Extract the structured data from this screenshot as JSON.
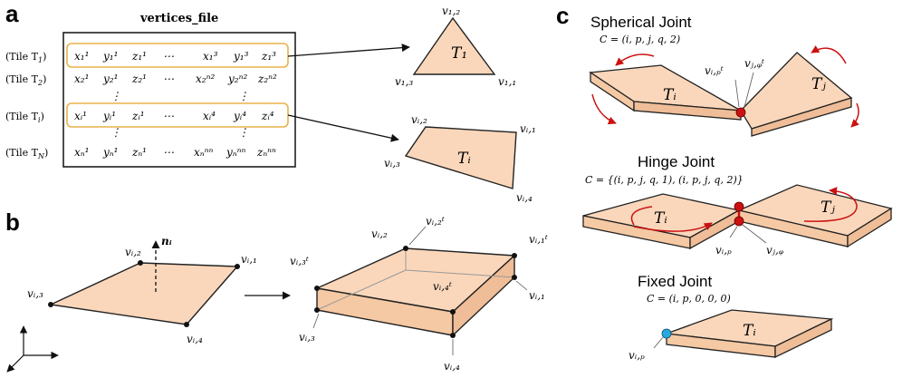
{
  "colors": {
    "tile_fill": "#fad7bb",
    "tile_stroke": "#222222",
    "highlight": "#e8b24a",
    "joint_red": "#cc1111",
    "joint_blue": "#29a8e0"
  },
  "panel_a": {
    "label": "a",
    "table_title": "vertices_file",
    "rows": [
      {
        "tile": "(Tile T",
        "sub": "1",
        "close": ")",
        "cells": [
          "x₁¹",
          "y₁¹",
          "z₁¹",
          "⋯",
          "x₁³",
          "y₁³",
          "z₁³"
        ]
      },
      {
        "tile": "(Tile T",
        "sub": "2",
        "close": ")",
        "cells": [
          "x₂¹",
          "y₂¹",
          "z₂¹",
          "⋯",
          "x₂ⁿ²",
          "y₂ⁿ²",
          "z₂ⁿ²"
        ]
      },
      {
        "tile": "(Tile T",
        "sub": "i",
        "close": ")",
        "cells": [
          "xᵢ¹",
          "yᵢ¹",
          "zᵢ¹",
          "⋯",
          "xᵢ⁴",
          "yᵢ⁴",
          "zᵢ⁴"
        ]
      },
      {
        "tile": "(Tile T",
        "sub": "N",
        "close": ")",
        "cells": [
          "xₙ¹",
          "yₙ¹",
          "zₙ¹",
          "⋯",
          "xₙⁿⁿ",
          "yₙⁿⁿ",
          "zₙⁿⁿ"
        ]
      }
    ],
    "dots": "⋮",
    "triangle_label": "T₁",
    "triangle_vertices": [
      "v₁,₂",
      "v₁,₃",
      "v₁,₁"
    ],
    "quad_label": "Tᵢ",
    "quad_vertices": [
      "vᵢ,₂",
      "vᵢ,₁",
      "vᵢ,₃",
      "vᵢ,₄"
    ]
  },
  "panel_b": {
    "label": "b",
    "normal": "nᵢ",
    "flat_vertices": [
      "vᵢ,₂",
      "vᵢ,₁",
      "vᵢ,₃",
      "vᵢ,₄"
    ],
    "thick_vertices": [
      "vᵢ,₂",
      "vᵢ,₂ᵗ",
      "vᵢ,₁ᵗ",
      "vᵢ,₃ᵗ",
      "vᵢ,₄ᵗ",
      "vᵢ,₁",
      "vᵢ,₃",
      "vᵢ,₄"
    ]
  },
  "panel_c": {
    "label": "c",
    "spherical": {
      "title": "Spherical Joint",
      "constraint": "C = (i, p, j, q, 2)",
      "labels": [
        "vᵢ,ₚᵗ",
        "vⱼ,ᵩᵗ"
      ],
      "tile_i": "Tᵢ",
      "tile_j": "Tⱼ"
    },
    "hinge": {
      "title": "Hinge Joint",
      "constraint": "C = {(i, p, j, q, 1), (i, p, j, q, 2)}",
      "labels": [
        "vᵢ,ₚ",
        "vⱼ,ᵩ"
      ],
      "tile_i": "Tᵢ",
      "tile_j": "Tⱼ"
    },
    "fixed": {
      "title": "Fixed Joint",
      "constraint": "C = (i, p, 0, 0, 0)",
      "labels": [
        "vᵢ,ₚ"
      ],
      "tile_i": "Tᵢ"
    }
  }
}
